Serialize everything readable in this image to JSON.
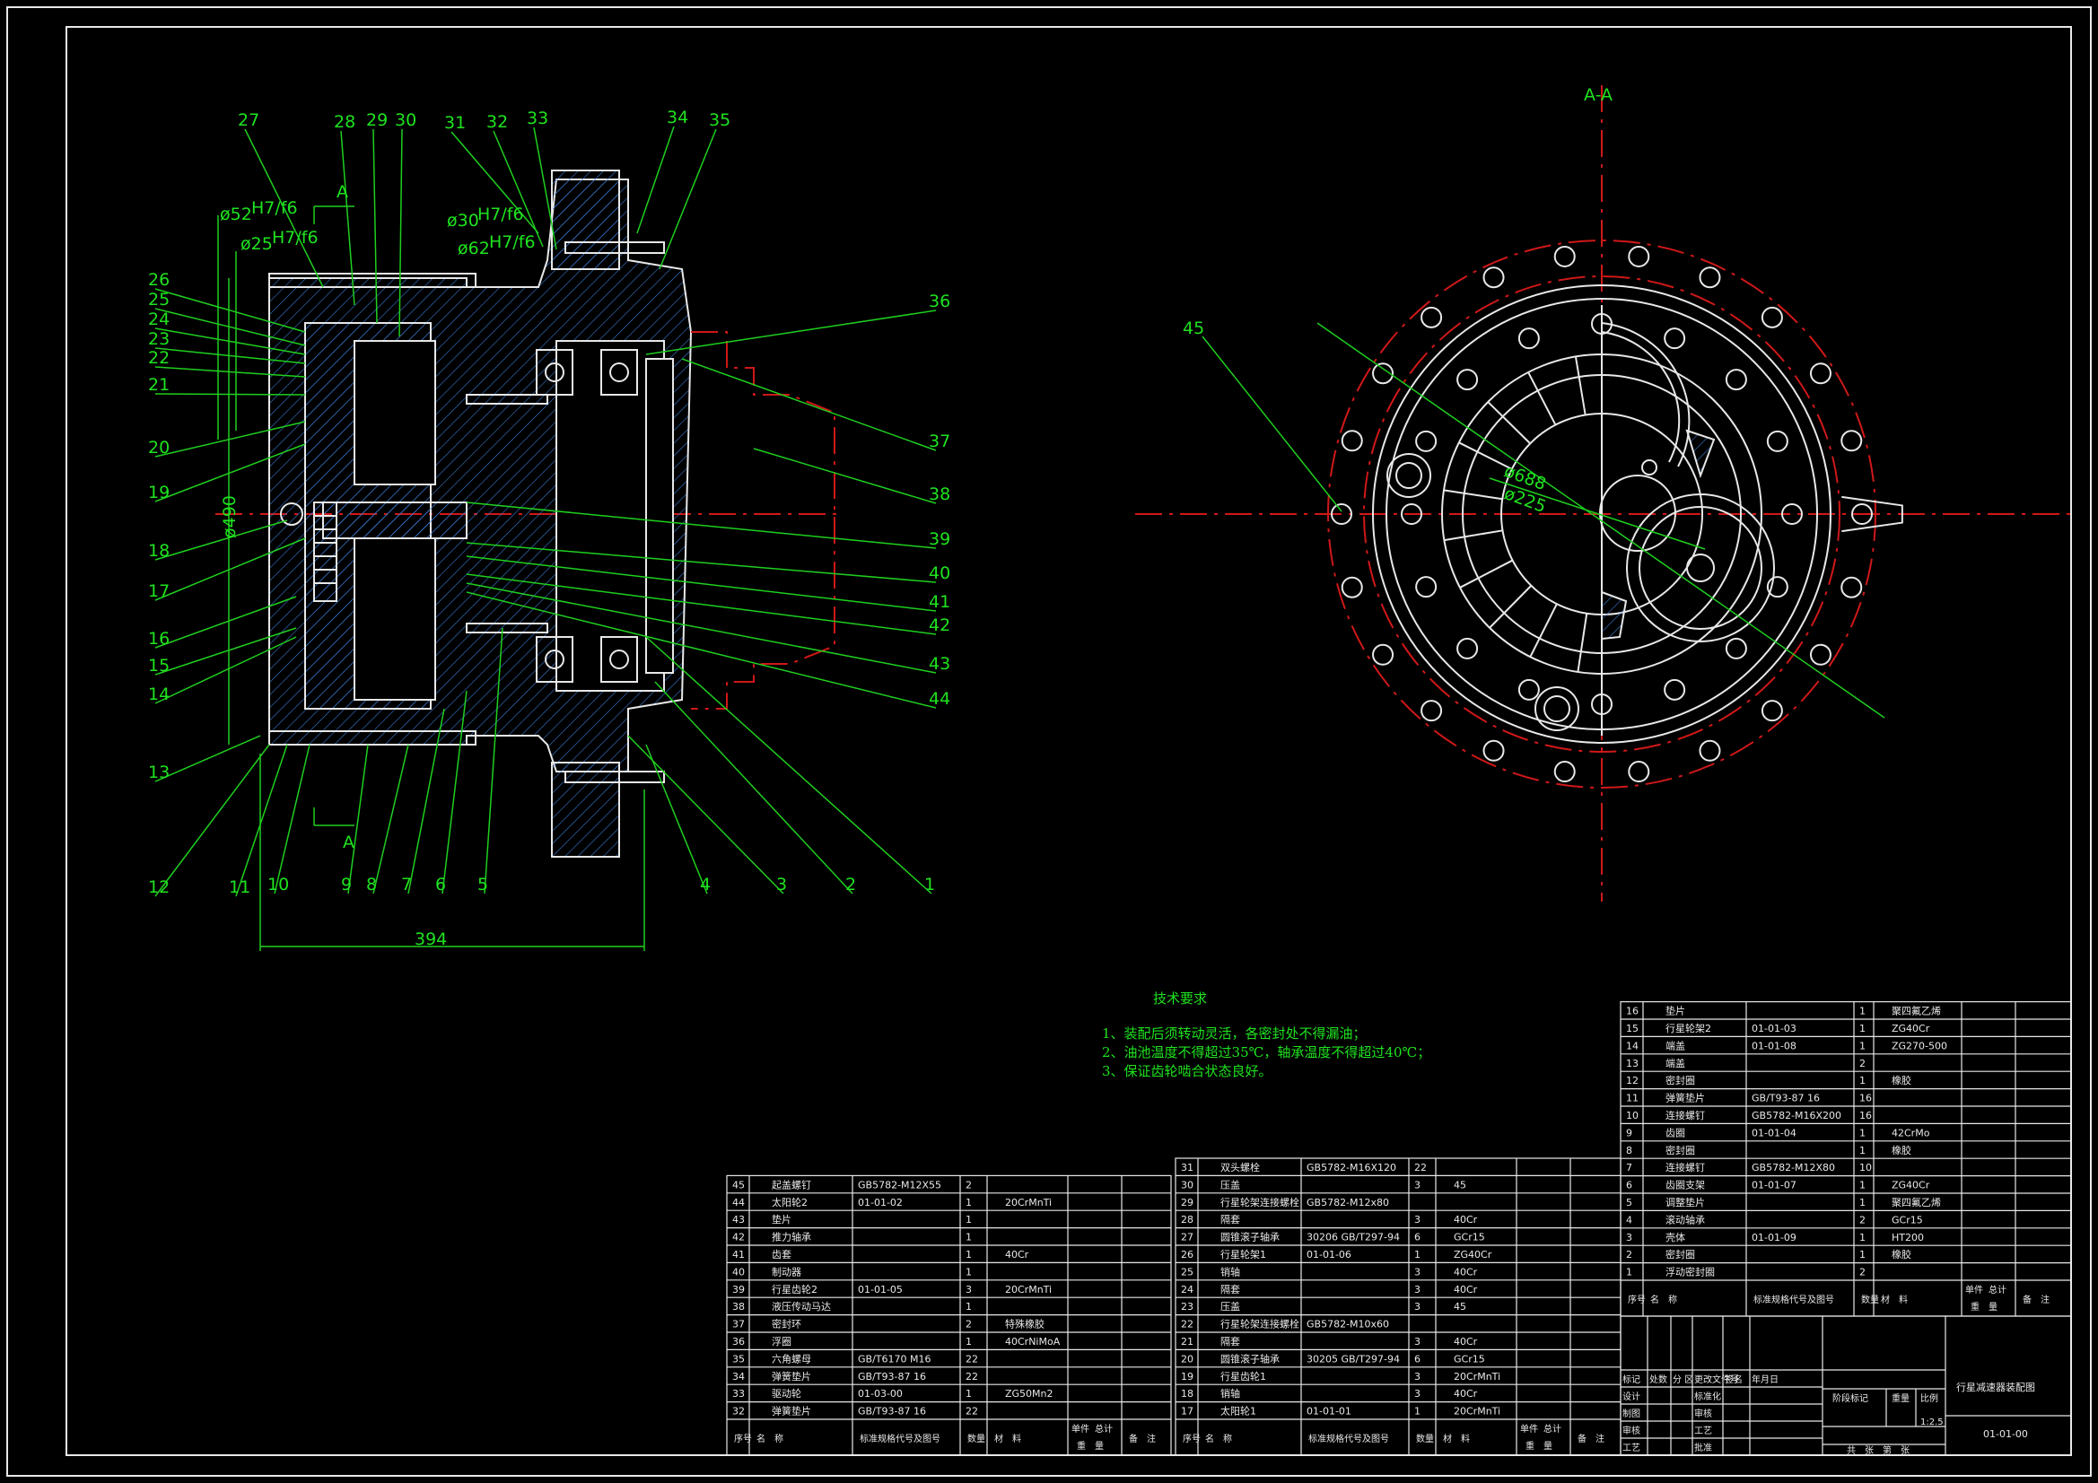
{
  "drawing": {
    "title": "行星减速器装配图",
    "drawing_no": "01-01-00",
    "scale": "1:2.5",
    "section_label": "A-A",
    "section_marks": [
      "A",
      "A"
    ]
  },
  "dimensions": {
    "d1": "ø52",
    "d1_tol": "H7/f6",
    "d2": "ø25",
    "d2_tol": "H7/f6",
    "d3": "ø30",
    "d3_tol": "H7/f6",
    "d4": "ø62",
    "d4_tol": "H7/f6",
    "d5": "ø490",
    "width": "394",
    "d6": "ø688",
    "d7": "ø225"
  },
  "callouts_left": [
    "27",
    "28",
    "29",
    "30",
    "31",
    "32",
    "33",
    "34",
    "35",
    "26",
    "25",
    "24",
    "23",
    "22",
    "21",
    "20",
    "19",
    "18",
    "17",
    "16",
    "15",
    "14",
    "13",
    "12",
    "11",
    "10",
    "9",
    "8",
    "7",
    "6",
    "5",
    "4",
    "3",
    "2",
    "1",
    "36",
    "37",
    "38",
    "39",
    "40",
    "41",
    "42",
    "43",
    "44"
  ],
  "callout_right": "45",
  "requirements": {
    "heading": "技术要求",
    "items": [
      "1、装配后须转动灵活，各密封处不得漏油；",
      "2、油池温度不得超过35℃，轴承温度不得超过40℃；",
      "3、保证齿轮啮合状态良好。"
    ]
  },
  "bom_left": [
    [
      "45",
      "起盖螺钉",
      "GB5782-M12X55",
      "2",
      "",
      ""
    ],
    [
      "44",
      "太阳轮2",
      "01-01-02",
      "1",
      "20CrMnTi",
      ""
    ],
    [
      "43",
      "垫片",
      "",
      "1",
      "",
      ""
    ],
    [
      "42",
      "推力轴承",
      "",
      "1",
      "",
      ""
    ],
    [
      "41",
      "齿套",
      "",
      "1",
      "40Cr",
      ""
    ],
    [
      "40",
      "制动器",
      "",
      "1",
      "",
      ""
    ],
    [
      "39",
      "行星齿轮2",
      "01-01-05",
      "3",
      "20CrMnTi",
      ""
    ],
    [
      "38",
      "液压传动马达",
      "",
      "1",
      "",
      ""
    ],
    [
      "37",
      "密封环",
      "",
      "2",
      "特殊橡胶",
      ""
    ],
    [
      "36",
      "浮圈",
      "",
      "1",
      "40CrNiMoA",
      ""
    ],
    [
      "35",
      "六角螺母",
      "GB/T6170 M16",
      "22",
      "",
      ""
    ],
    [
      "34",
      "弹簧垫片",
      "GB/T93-87 16",
      "22",
      "",
      ""
    ],
    [
      "33",
      "驱动轮",
      "01-03-00",
      "1",
      "ZG50Mn2",
      ""
    ],
    [
      "32",
      "弹簧垫片",
      "GB/T93-87 16",
      "22",
      "",
      ""
    ]
  ],
  "bom_mid": [
    [
      "31",
      "双头螺栓",
      "GB5782-M16X120",
      "22",
      "",
      ""
    ],
    [
      "30",
      "压盖",
      "",
      "3",
      "45",
      ""
    ],
    [
      "29",
      "行星轮架连接螺栓",
      "GB5782-M12x80",
      "",
      "",
      ""
    ],
    [
      "28",
      "隔套",
      "",
      "3",
      "40Cr",
      ""
    ],
    [
      "27",
      "圆锥滚子轴承",
      "30206 GB/T297-94",
      "6",
      "GCr15",
      ""
    ],
    [
      "26",
      "行星轮架1",
      "01-01-06",
      "1",
      "ZG40Cr",
      ""
    ],
    [
      "25",
      "销轴",
      "",
      "3",
      "40Cr",
      ""
    ],
    [
      "24",
      "隔套",
      "",
      "3",
      "40Cr",
      ""
    ],
    [
      "23",
      "压盖",
      "",
      "3",
      "45",
      ""
    ],
    [
      "22",
      "行星轮架连接螺栓",
      "GB5782-M10x60",
      "",
      "",
      ""
    ],
    [
      "21",
      "隔套",
      "",
      "3",
      "40Cr",
      ""
    ],
    [
      "20",
      "圆锥滚子轴承",
      "30205 GB/T297-94",
      "6",
      "GCr15",
      ""
    ],
    [
      "19",
      "行星齿轮1",
      "",
      "3",
      "20CrMnTi",
      ""
    ],
    [
      "18",
      "销轴",
      "",
      "3",
      "40Cr",
      ""
    ],
    [
      "17",
      "太阳轮1",
      "01-01-01",
      "1",
      "20CrMnTi",
      ""
    ]
  ],
  "bom_right": [
    [
      "16",
      "垫片",
      "",
      "1",
      "聚四氟乙烯",
      ""
    ],
    [
      "15",
      "行星轮架2",
      "01-01-03",
      "1",
      "ZG40Cr",
      ""
    ],
    [
      "14",
      "端盖",
      "01-01-08",
      "1",
      "ZG270-500",
      ""
    ],
    [
      "13",
      "端盖",
      "",
      "2",
      "",
      ""
    ],
    [
      "12",
      "密封圈",
      "",
      "1",
      "橡胶",
      ""
    ],
    [
      "11",
      "弹簧垫片",
      "GB/T93-87 16",
      "16",
      "",
      ""
    ],
    [
      "10",
      "连接螺钉",
      "GB5782-M16X200",
      "16",
      "",
      ""
    ],
    [
      "9",
      "齿圈",
      "01-01-04",
      "1",
      "42CrMo",
      ""
    ],
    [
      "8",
      "密封圈",
      "",
      "1",
      "橡胶",
      ""
    ],
    [
      "7",
      "连接螺钉",
      "GB5782-M12X80",
      "10",
      "",
      ""
    ],
    [
      "6",
      "齿圈支架",
      "01-01-07",
      "1",
      "ZG40Cr",
      ""
    ],
    [
      "5",
      "调整垫片",
      "",
      "1",
      "聚四氟乙烯",
      ""
    ],
    [
      "4",
      "滚动轴承",
      "",
      "2",
      "GCr15",
      ""
    ],
    [
      "3",
      "壳体",
      "01-01-09",
      "1",
      "HT200",
      ""
    ],
    [
      "2",
      "密封圈",
      "",
      "1",
      "橡胶",
      ""
    ],
    [
      "1",
      "浮动密封圈",
      "",
      "2",
      "",
      ""
    ]
  ],
  "bom_header": {
    "seq": "序号",
    "name": "名　称",
    "std": "标准规格代号及图号",
    "qty": "数量",
    "material": "材　料",
    "unit": "单件",
    "total": "总计",
    "weight": "重　量",
    "note": "备　注"
  },
  "title_block": {
    "r1": [
      "标记",
      "处数",
      "分 区",
      "更改文件号",
      "签名",
      "年月日"
    ],
    "r2": [
      "设计",
      "",
      "",
      "标准化",
      "",
      ""
    ],
    "r3": [
      "制图",
      "",
      "",
      "审核",
      "",
      ""
    ],
    "r4": [
      "审核",
      "",
      "",
      "工艺",
      "",
      ""
    ],
    "r5": [
      "工艺",
      "",
      "",
      "批准",
      "",
      ""
    ],
    "stage": "阶段标记",
    "weight": "重量",
    "ratio": "比例",
    "sheets": "共　张　第　张"
  }
}
